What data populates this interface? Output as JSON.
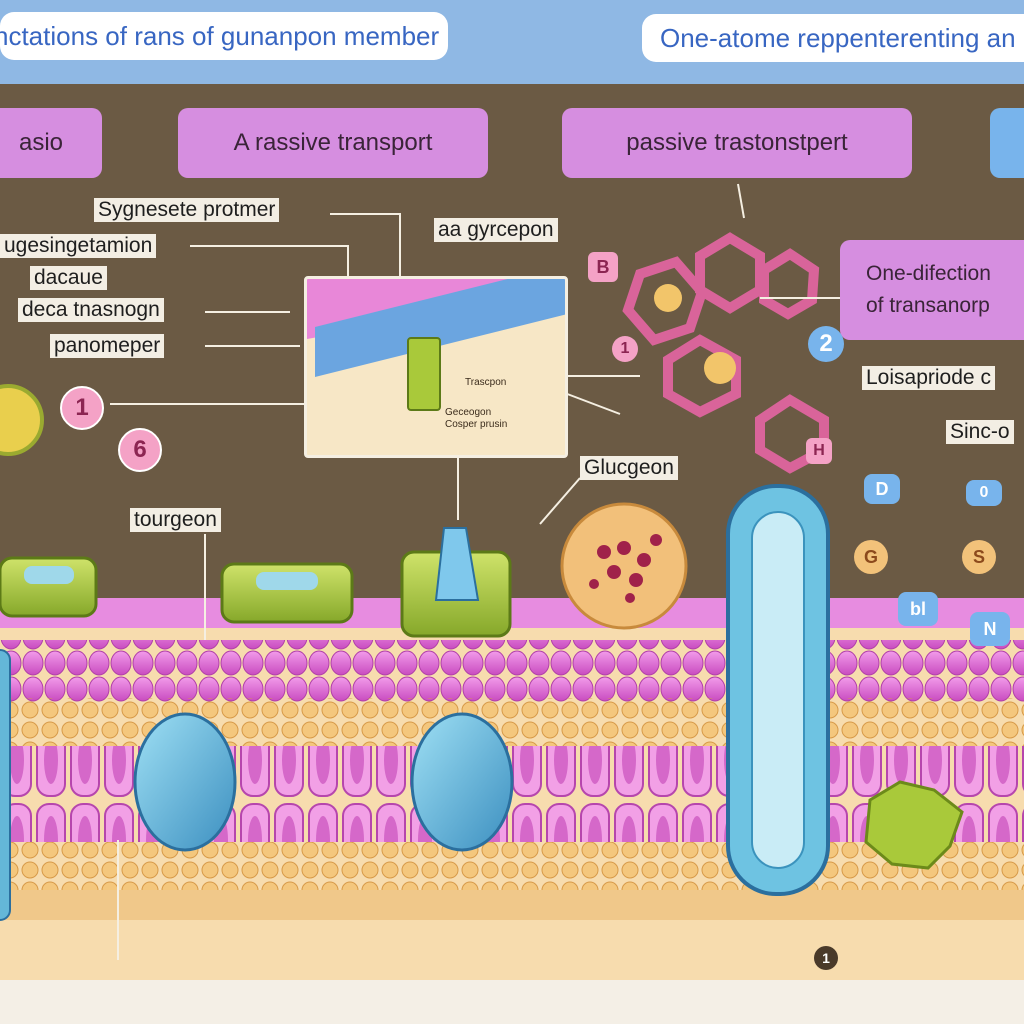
{
  "header": {
    "left_title": "nctations of rans of gunanpon member",
    "right_title": "One-atome reppenterenting an"
  },
  "tabs": [
    {
      "label": "asio"
    },
    {
      "label": "A rassive transport"
    },
    {
      "label": "passive trastonstpert"
    },
    {
      "label": ""
    }
  ],
  "side_box": {
    "label_line1": "One-difection",
    "label_line2": "of transanorp"
  },
  "labels": {
    "synergic": "Sygnesete protmer",
    "ugesing": "ugesingetamion",
    "dacaue": "dacaue",
    "deca": "deca tnasnogn",
    "panomeper": "panomeper",
    "gyrcepon": "aa gyrcepon",
    "loisapriode": "Loisapriode",
    "loisapriode_suffix": "c",
    "sinc": "Sinc-o",
    "glucgeon": "Glucgeon",
    "tourgeon": "tourgeon"
  },
  "inset": {
    "label_a": "Trascpon",
    "label_b": "Geceogon",
    "label_c": "Cosper prusin"
  },
  "badges": {
    "b1": "1",
    "b6": "6",
    "b2": "2",
    "bB": "B",
    "b1b": "1",
    "bH": "H",
    "bD": "D",
    "b0": "0",
    "bG": "G",
    "bS": "S",
    "bBl": "bl",
    "bN": "N",
    "bottom1": "1"
  },
  "colors": {
    "header_bar": "#8fb8e4",
    "panel": "#6b5a44",
    "tab_pink": "#d68ee0",
    "tab_blue": "#78b4ec",
    "membrane_pink": "#e06fd0",
    "lipid_tail": "#f2c27a",
    "protein_blue": "#64b7d8",
    "channel_green": "#a9c93a"
  }
}
